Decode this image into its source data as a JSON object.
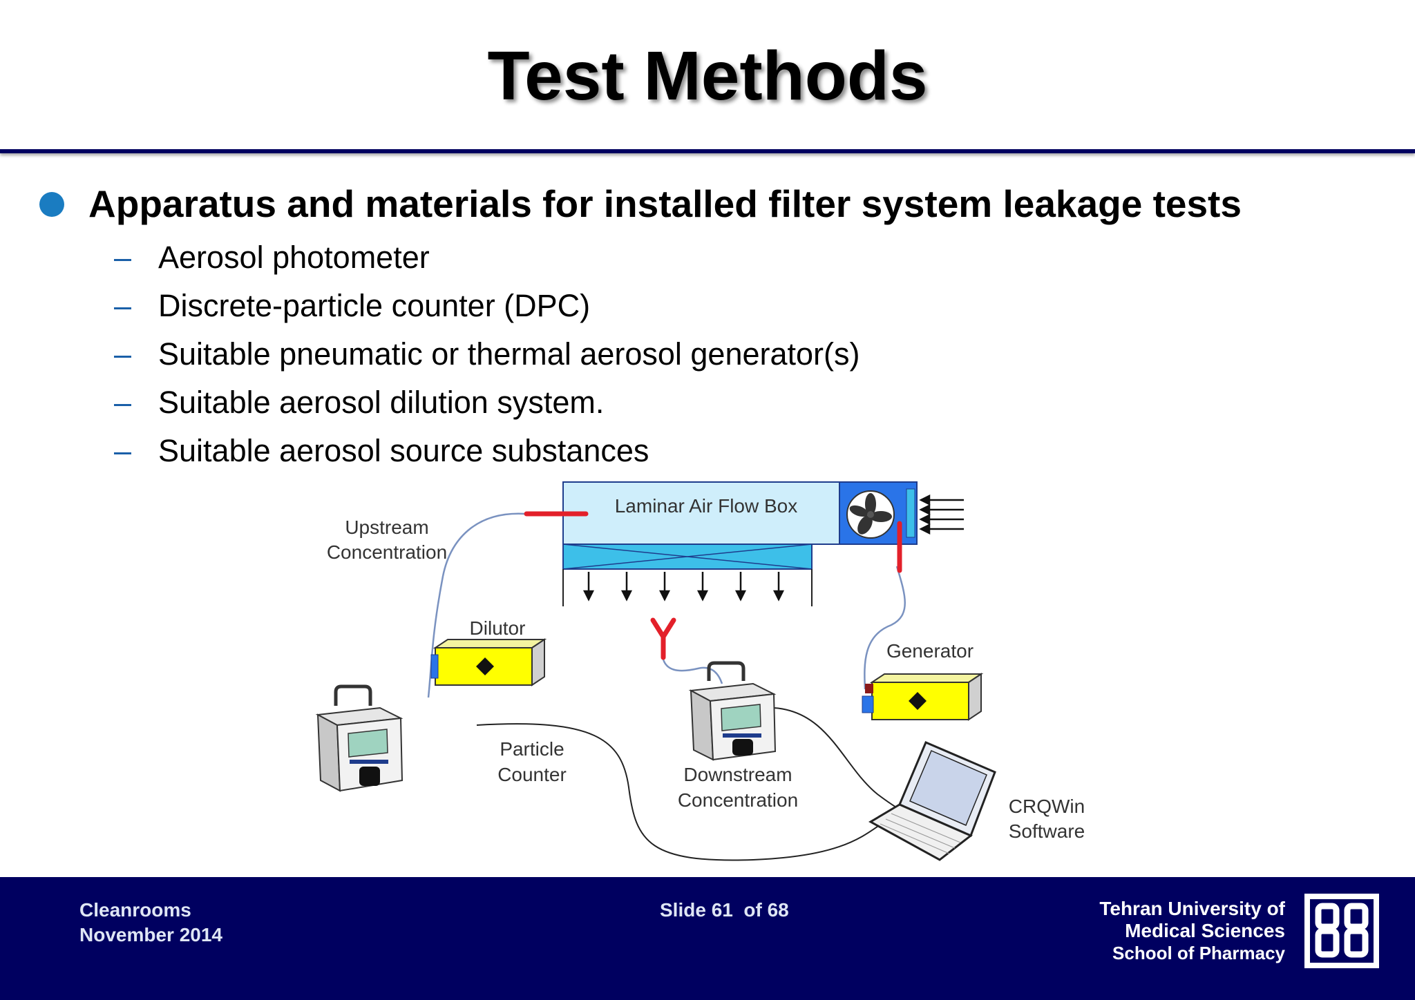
{
  "slide": {
    "title": "Test Methods",
    "main_bullet": "Apparatus and materials for installed filter system leakage tests",
    "sub_items": [
      {
        "dash": "–",
        "text": "Aerosol photometer"
      },
      {
        "dash": "–",
        "text": "Discrete-particle counter (DPC)"
      },
      {
        "dash": "–",
        "text": "Suitable pneumatic or thermal aerosol generator(s)"
      },
      {
        "dash": "–",
        "text": "Suitable aerosol dilution system."
      },
      {
        "dash": "–",
        "text": "Suitable aerosol source substances"
      }
    ]
  },
  "diagram": {
    "box_label": "Laminar Air Flow Box",
    "upstream_1": "Upstream",
    "upstream_2": "Concentration",
    "dilutor": "Dilutor",
    "generator": "Generator",
    "particle_1": "Particle",
    "particle_2": "Counter",
    "downstream_1": "Downstream",
    "downstream_2": "Concentration",
    "crq_1": "CRQWin",
    "crq_2": "Software",
    "colors": {
      "box_fill": "#cfeefb",
      "filter_fill": "#3dbfe9",
      "device_yellow": "#ffff00",
      "probe_red": "#e3202a",
      "fan_blue": "#1e6fe0"
    }
  },
  "footer": {
    "left_1": "Cleanrooms",
    "left_2": "November 2014",
    "center": "Slide 61  of 68",
    "right_1": "Tehran University of",
    "right_2": "Medical Sciences",
    "right_3": "School of Pharmacy",
    "logo_icon": "university-logo-icon",
    "background": "#000060"
  }
}
